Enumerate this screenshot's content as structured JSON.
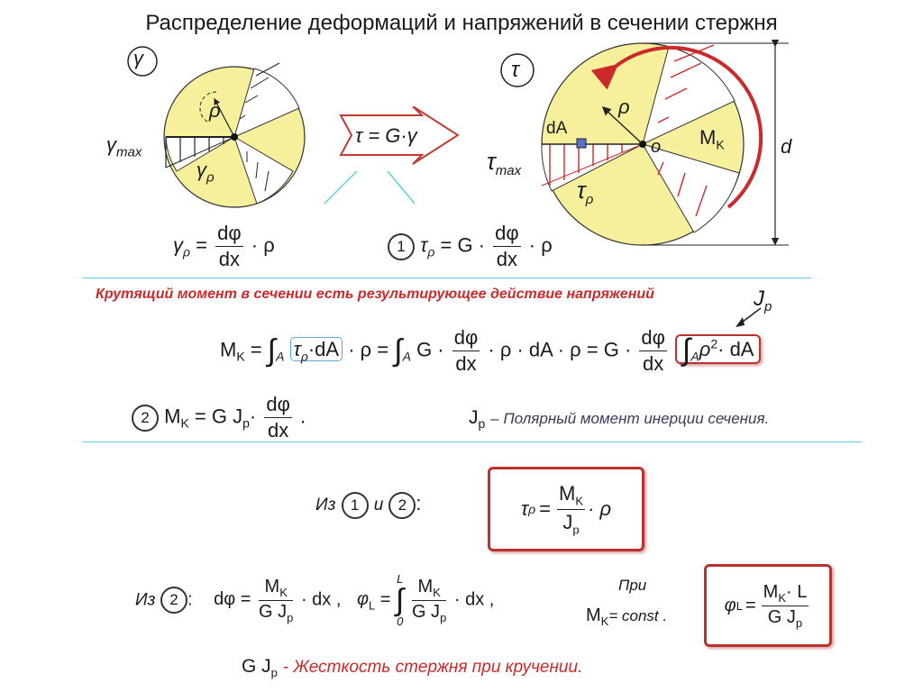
{
  "title": "Распределение деформаций и напряжений в сечении стержня",
  "left_figure": {
    "badge": "γ",
    "label_max": "γ",
    "label_max_sub": "max",
    "label_rho": "ρ",
    "label_gamma_rho": "γ",
    "label_gamma_rho_sub": "ρ"
  },
  "hooke": {
    "lhs": "τ = G·γ"
  },
  "right_figure": {
    "badge": "τ",
    "label_dA": "dA",
    "label_rho": "ρ",
    "label_o": "o",
    "label_Mk": "M",
    "label_Mk_sub": "K",
    "label_tau_max": "τ",
    "label_tau_max_sub": "max",
    "label_tau_rho": "τ",
    "label_tau_rho_sub": "ρ",
    "label_d": "d"
  },
  "formula_gamma": {
    "lhs": "γ",
    "lhs_sub": "ρ",
    "eq": "=",
    "num": "dφ",
    "den": "dx",
    "tail": "· ρ"
  },
  "formula_1": {
    "num_label": "1",
    "lhs": "τ",
    "lhs_sub": "ρ",
    "eq": "= G ·",
    "num": "dφ",
    "den": "dx",
    "tail": "· ρ"
  },
  "red_sentence": "Крутящий момент в сечении есть результирующее действие напряжений",
  "jp_callout": "J",
  "jp_callout_sub": "p",
  "formula_mk": {
    "lhs": "M",
    "lhs_sub": "K",
    "eq1": "=",
    "int1": "∫",
    "int1_sub": "A",
    "term1": "τ",
    "term1_sub": "ρ",
    "term1_tail": "·dA",
    "mid": "· ρ =",
    "int2": "∫",
    "int2_sub": "A",
    "term2_pre": "G ·",
    "num": "dφ",
    "den": "dx",
    "term2_tail": "· ρ · dA · ρ  = G ·",
    "num2": "dφ",
    "den2": "dx",
    "int3": "∫",
    "int3_sub": "A",
    "term3": "ρ",
    "term3_sup": "2",
    "term3_tail": "· dA"
  },
  "formula_2": {
    "num_label": "2",
    "lhs": "M",
    "lhs_sub": "K",
    "eq": "= G J",
    "eq_sub": "p",
    "dot": "·",
    "num": "dφ",
    "den": "dx",
    "tail": "."
  },
  "jp_definition": {
    "sym": "J",
    "sym_sub": "p",
    "text": "– Полярный момент инерции сечения."
  },
  "derivation_tau": {
    "iz": "Из",
    "c1": "1",
    "and": "и",
    "c2": "2",
    "colon": ":",
    "lhs": "τ",
    "lhs_sub": "ρ",
    "eq": "=",
    "num": "M",
    "num_sub": "K",
    "den": "J",
    "den_sub": "p",
    "tail": "· ρ"
  },
  "derivation_phi": {
    "iz": "Из",
    "c2": "2",
    "colon": ":",
    "dphi": "dφ =",
    "num": "M",
    "num_sub": "K",
    "den": "G J",
    "den_sub": "p",
    "tail1": "· dx ,",
    "phi": "φ",
    "phi_sub": "L",
    "eq": "=",
    "int_top": "L",
    "int": "∫",
    "int_bot": "0",
    "num2": "M",
    "num2_sub": "K",
    "den2": "G J",
    "den2_sub": "p",
    "tail2": "· dx ,",
    "pri": "При",
    "mk_const": "M",
    "mk_const_sub": "K",
    "const": "= const .",
    "res_lhs": "φ",
    "res_lhs_sub": "L",
    "res_eq": "=",
    "res_num": "M",
    "res_num_sub": "K",
    "res_num_tail": "· L",
    "res_den": "G J",
    "res_den_sub": "p"
  },
  "stiffness": {
    "sym": "G J",
    "sym_sub": "p",
    "text": "- Жесткость стержня при кручении."
  },
  "colors": {
    "yellow": "#f6ef9c",
    "red": "#cc2a2a",
    "cyan": "#5fd0e0",
    "box": "#b8332f"
  }
}
